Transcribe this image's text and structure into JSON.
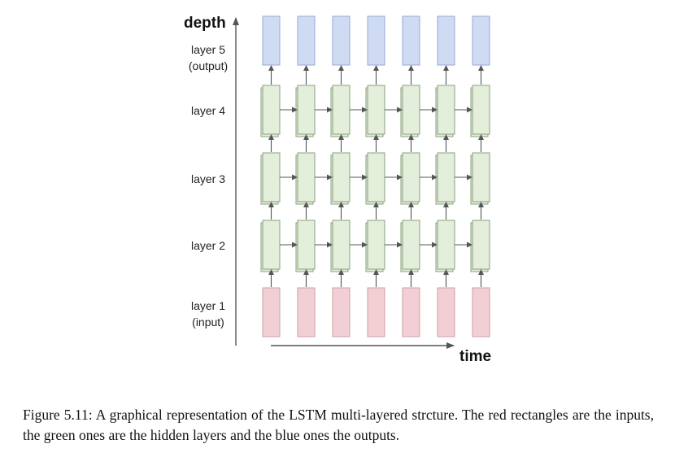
{
  "diagram": {
    "y_axis_label": "depth",
    "x_axis_label": "time",
    "layers": [
      {
        "id": "layer5",
        "lines": [
          "layer 5",
          "(output)"
        ],
        "kind": "output"
      },
      {
        "id": "layer4",
        "lines": [
          "layer 4"
        ],
        "kind": "hidden"
      },
      {
        "id": "layer3",
        "lines": [
          "layer 3"
        ],
        "kind": "hidden"
      },
      {
        "id": "layer2",
        "lines": [
          "layer 2"
        ],
        "kind": "hidden"
      },
      {
        "id": "layer1",
        "lines": [
          "layer 1",
          "(input)"
        ],
        "kind": "input"
      }
    ],
    "time_steps": 7,
    "colors": {
      "input_fill": "#f2cfd4",
      "input_stroke": "#c9a0a6",
      "hidden_fill": "#e3eedb",
      "hidden_stroke": "#8aa07c",
      "output_fill": "#cfdaf3",
      "output_stroke": "#9aaad0",
      "arrow": "#555555"
    }
  },
  "caption": "Figure 5.11: A graphical representation of the LSTM multi-layered strcture. The red rectangles are the inputs, the green ones are the hidden layers and the blue ones the outputs."
}
